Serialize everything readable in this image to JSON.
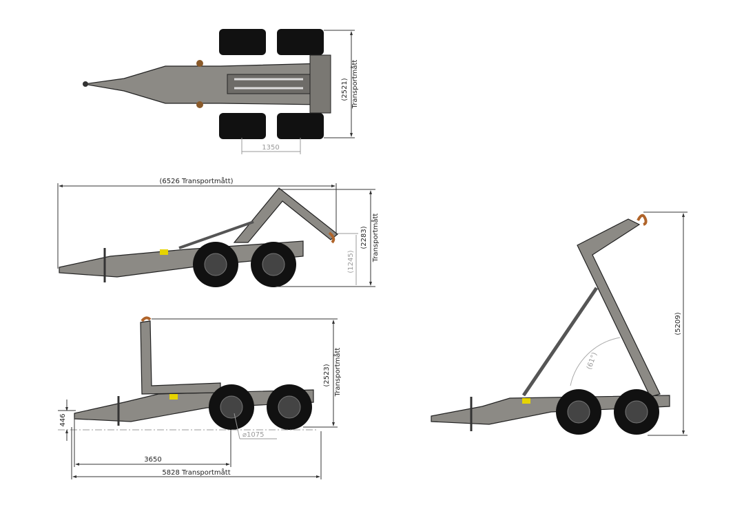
{
  "top_view": {
    "width_label": "(2521)",
    "width_caption": "Transportmått",
    "axle_spacing": "1350"
  },
  "side_view_folded": {
    "length_label": "(6526 Transportmått)",
    "height_label": "(2283)",
    "height_caption": "Transportmått",
    "hook_height": "(1245)"
  },
  "side_view_upright": {
    "height_label": "(2523)",
    "height_caption": "Transportmått",
    "drawbar_height": "446",
    "wheel_diameter": "⌀1075",
    "axle_distance": "3650",
    "length_label": "5828 Transportmått"
  },
  "side_view_raised": {
    "height_label": "(5209)",
    "angle_label": "(61°)"
  },
  "colors": {
    "frame": "#8c8a85",
    "tire": "#111111",
    "hook": "#b0642a",
    "warning_label": "#e6d400"
  }
}
